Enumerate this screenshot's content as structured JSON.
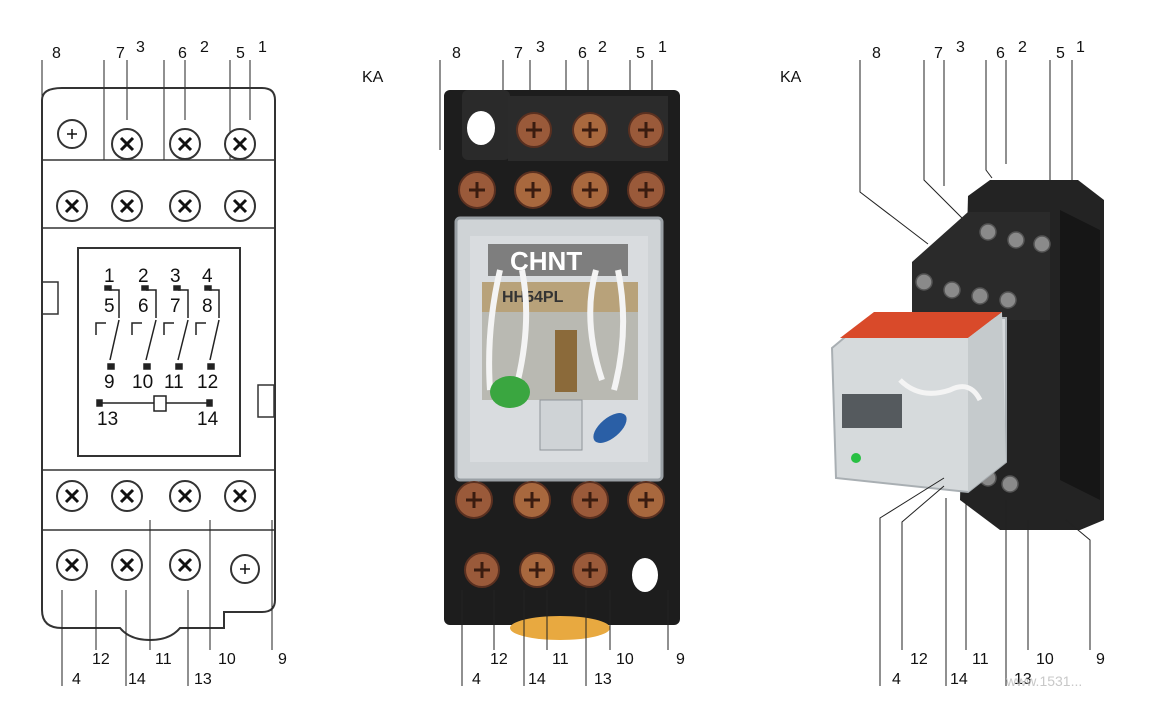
{
  "panels": {
    "left": {
      "top_labels": [
        "8",
        "7",
        "3",
        "6",
        "2",
        "5",
        "1"
      ],
      "bottom_labels": [
        "4",
        "12",
        "14",
        "11",
        "13",
        "10",
        "9"
      ]
    },
    "middle": {
      "title": "KA",
      "top_labels": [
        "8",
        "7",
        "3",
        "6",
        "2",
        "5",
        "1"
      ],
      "bottom_labels": [
        "4",
        "12",
        "14",
        "11",
        "13",
        "10",
        "9"
      ]
    },
    "right": {
      "title": "KA",
      "top_labels": [
        "8",
        "7",
        "3",
        "6",
        "2",
        "5",
        "1"
      ],
      "bottom_labels": [
        "4",
        "12",
        "14",
        "11",
        "13",
        "10",
        "9"
      ]
    }
  },
  "schematic": {
    "top_row": [
      "1",
      "2",
      "3",
      "4"
    ],
    "mid_row": [
      "5",
      "6",
      "7",
      "8"
    ],
    "low_row": [
      "9",
      "10",
      "11",
      "12"
    ],
    "coil": [
      "13",
      "14"
    ]
  },
  "relay": {
    "brand": "CHNT",
    "model": "HH54PL"
  },
  "watermark": "www.1531..."
}
